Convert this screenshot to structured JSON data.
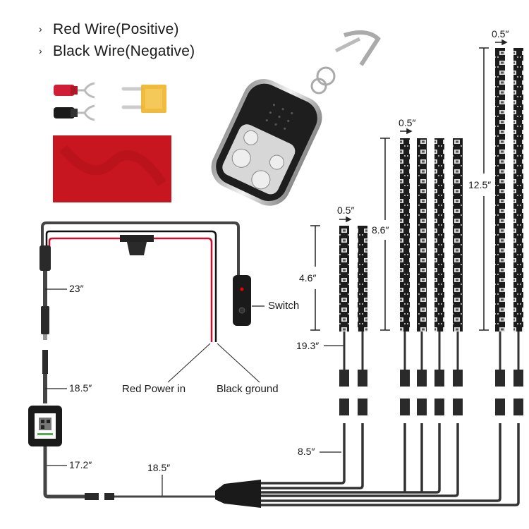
{
  "legend": {
    "items": [
      {
        "chevron": "›",
        "label": "Red Wire(Positive)"
      },
      {
        "chevron": "›",
        "label": "Black Wire(Negative)"
      }
    ]
  },
  "accessories": {
    "items": [
      "red-spade-terminal",
      "black-spade-terminal",
      "mini-blade-fuse",
      "red-adhesive-pad"
    ]
  },
  "remote": {
    "name": "keyfob-remote",
    "buttons": 4
  },
  "labels": {
    "switch": "Switch",
    "red_power_in": "Red Power in",
    "black_ground": "Black ground",
    "cable_23": "23″",
    "cable_18_5_a": "18.5″",
    "cable_17_2": "17.2″",
    "cable_18_5_b": "18.5″",
    "cable_8_5": "8.5″",
    "cable_19_3": "19.3″"
  },
  "strips": {
    "groups": [
      {
        "name": "short",
        "count": 2,
        "length": "4.6″",
        "width": "0.5″"
      },
      {
        "name": "medium",
        "count": 4,
        "length": "8.6″",
        "width": "0.5″"
      },
      {
        "name": "long",
        "count": 2,
        "length": "12.5″",
        "width": "0.5″"
      }
    ]
  },
  "colors": {
    "red_wire": "#c8102e",
    "black_wire": "#222222",
    "fuse": "#f0b429",
    "pad": "#c7161f",
    "strip": "#1c1c1c"
  }
}
